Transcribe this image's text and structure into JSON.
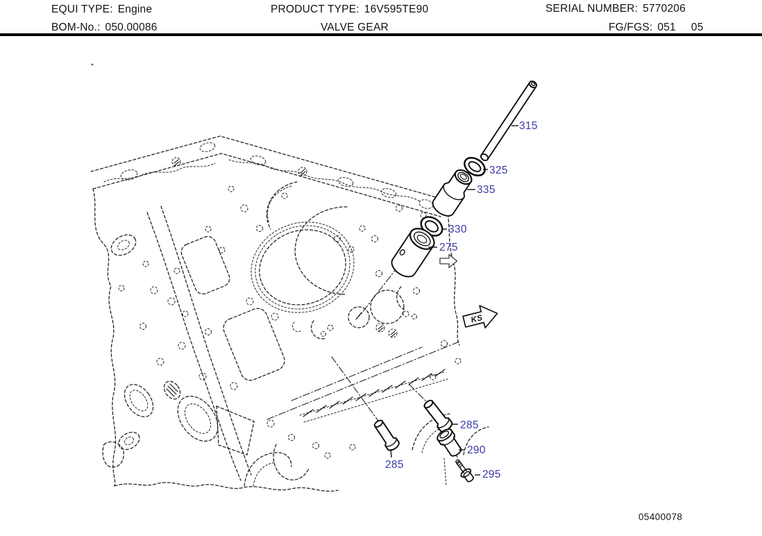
{
  "header": {
    "equi_type_label": "EQUI TYPE:",
    "equi_type_value": "Engine",
    "product_type_label": "PRODUCT TYPE:",
    "product_type_value": "16V595TE90",
    "serial_number_label": "SERIAL NUMBER:",
    "serial_number_value": "5770206",
    "bom_no_label": "BOM-No.:",
    "bom_no_value": "050.00086",
    "section_title": "VALVE GEAR",
    "fg_fgs_label": "FG/FGS:",
    "fg_fgs_value": "051",
    "fg_fgs_value2": "05"
  },
  "diagram": {
    "accent_color": "#3a3aa8",
    "direction_marker": "KS",
    "callouts": [
      {
        "label": "315",
        "part": "push-rod"
      },
      {
        "label": "325",
        "part": "o-ring-upper"
      },
      {
        "label": "335",
        "part": "tappet-guide-sleeve"
      },
      {
        "label": "330",
        "part": "o-ring-lower"
      },
      {
        "label": "275",
        "part": "valve-tappet"
      },
      {
        "label": "285",
        "part": "dowel-pin-left"
      },
      {
        "label": "285",
        "part": "dowel-pin-right"
      },
      {
        "label": "290",
        "part": "bushing"
      },
      {
        "label": "295",
        "part": "screw"
      }
    ]
  },
  "footer": {
    "drawing_number": "05400078"
  }
}
